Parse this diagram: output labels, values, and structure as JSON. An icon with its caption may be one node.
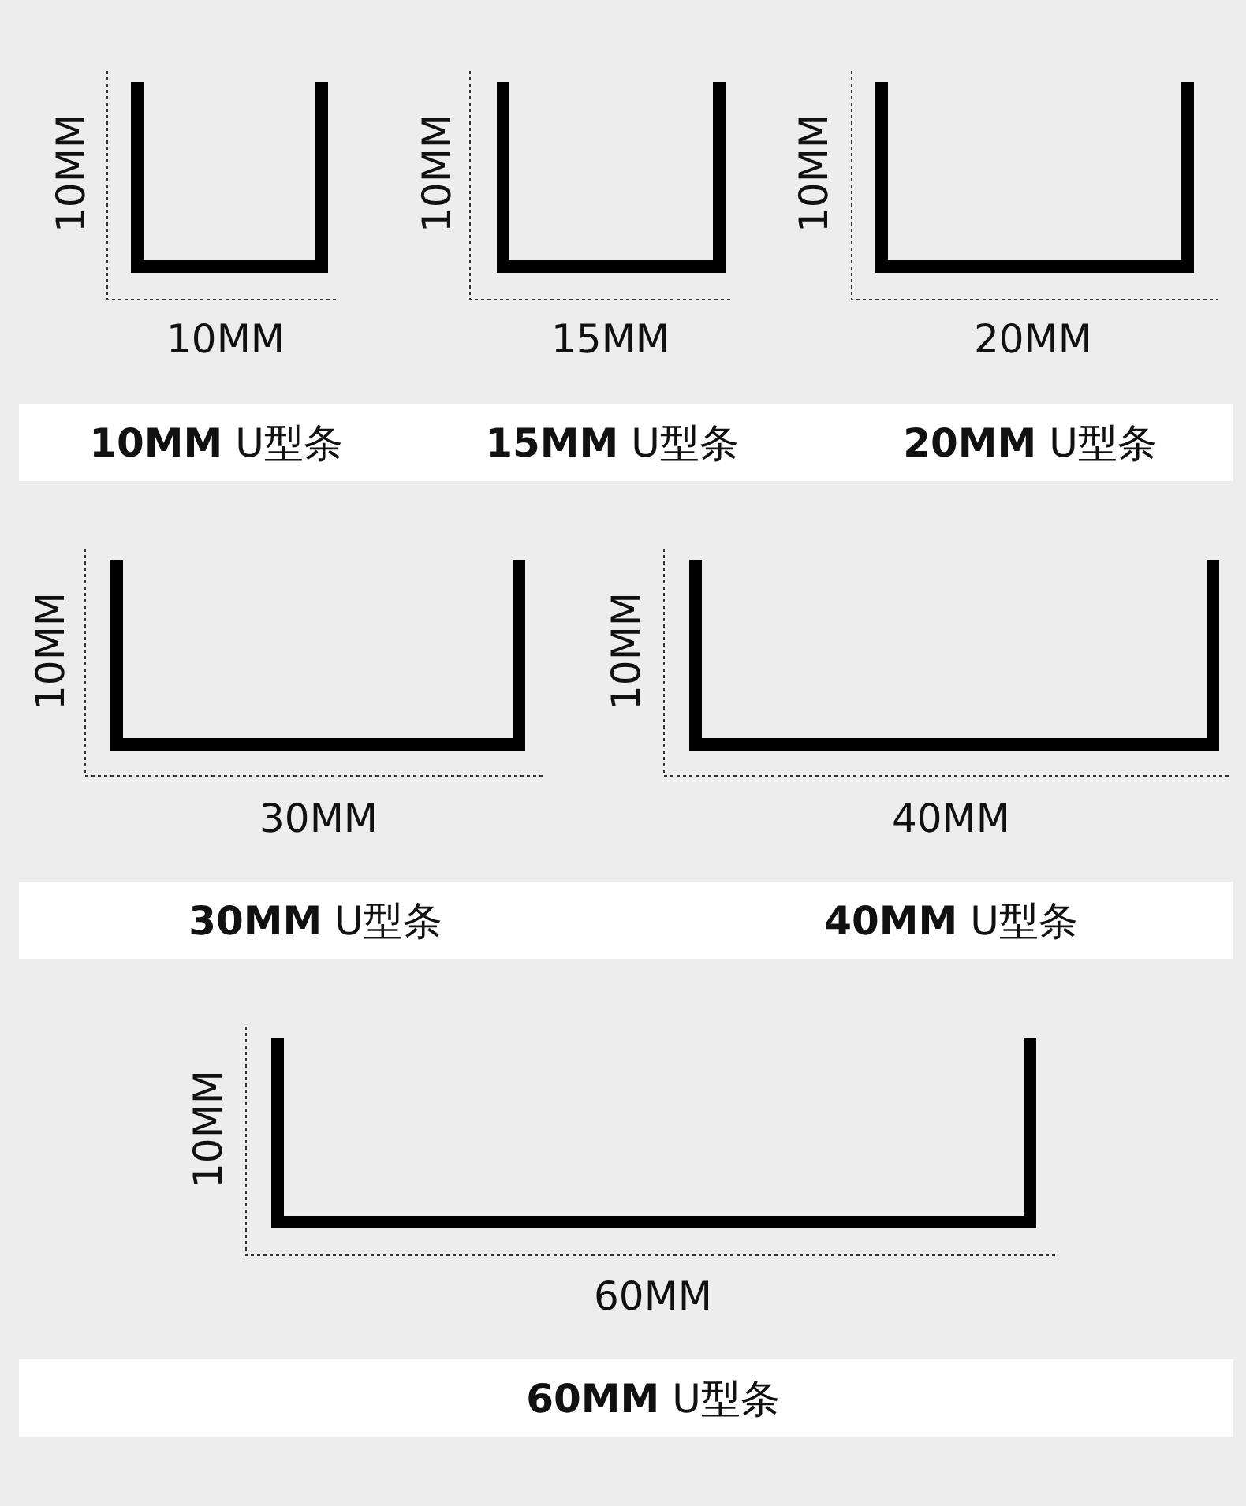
{
  "diagram": {
    "labels": [
      "10MM",
      "10MM",
      "10MM",
      "15MM",
      "10MM",
      "20MM",
      "**10MM** U型条",
      "**15MM** U型条",
      "**20MM** U型条",
      "10MM",
      "30MM",
      "10MM",
      "40MM",
      "**30MM** U型条",
      "**40MM** U型条",
      "10MM",
      "60MM",
      "**60MM** U型条"
    ]
  }
}
